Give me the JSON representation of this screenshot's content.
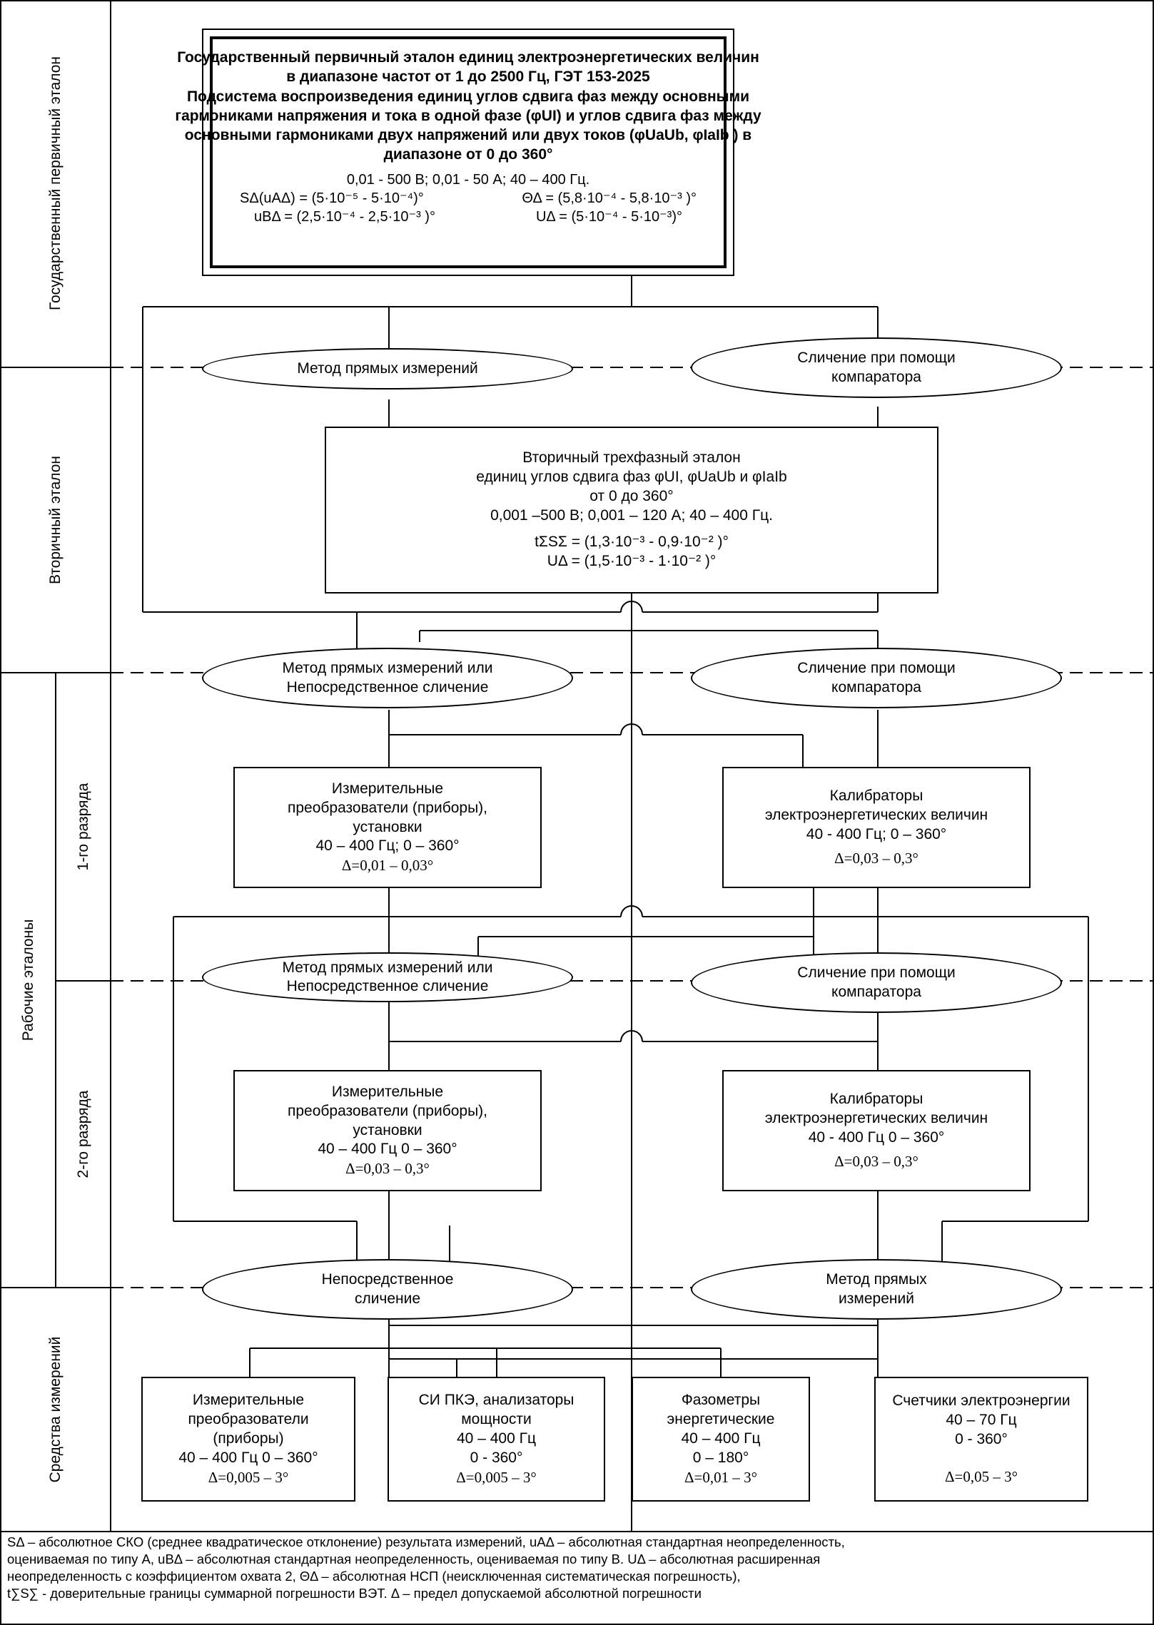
{
  "side_labels": {
    "primary": "Государственный первичный эталон",
    "secondary": "Вторичный эталон",
    "working": "Рабочие эталоны",
    "grade1": "1-го разряда",
    "grade2": "2-го разряда",
    "instruments": "Средства измерений"
  },
  "primary_standard": {
    "title_lines": [
      "Государственный первичный эталон единиц электроэнергетических величин",
      "в диапазоне частот от 1 до 2500 Гц, ГЭТ 153-2025",
      "Подсистема воспроизведения единиц углов сдвига фаз между основными",
      "гармониками напряжения и тока в одной фазе (φUI) и углов сдвига фаз между",
      "основными гармониками двух напряжений или двух токов  (φUaUb,  φIaIb ) в",
      "диапазоне от 0 до 360°"
    ],
    "ranges": "0,01 - 500 В; 0,01 - 50 А; 40 – 400 Гц.",
    "formula_1a": "SΔ(uAΔ) = (5·10⁻⁵ - 5·10⁻⁴)°",
    "formula_1b": "ΘΔ = (5,8·10⁻⁴ - 5,8·10⁻³ )°",
    "formula_2a": "uBΔ = (2,5·10⁻⁴ - 2,5·10⁻³ )°",
    "formula_2b": "UΔ = (5·10⁻⁴ - 5·10⁻³)°"
  },
  "ovals": {
    "direct_1": "Метод прямых измерений",
    "comparator_1": [
      "Сличение при помощи",
      "компаратора"
    ],
    "direct_2": [
      "Метод прямых измерений или",
      "Непосредственное сличение"
    ],
    "comparator_2": [
      "Сличение при помощи",
      "компаратора"
    ],
    "direct_3": [
      "Метод прямых измерений или",
      "Непосредственное сличение"
    ],
    "comparator_3": [
      "Сличение при помощи",
      "компаратора"
    ],
    "direct_compare_4": [
      "Непосредственное",
      "сличение"
    ],
    "direct_4": [
      "Метод прямых",
      "измерений"
    ]
  },
  "secondary_standard": {
    "lines": [
      "Вторичный трехфазный эталон",
      "единиц углов сдвига фаз φUI, φUaUb и φIaIb",
      "от 0 до 360°",
      "0,001 –500 В; 0,001 – 120 А; 40 – 400 Гц.",
      "tΣSΣ = (1,3·10⁻³ - 0,9·10⁻² )°",
      "UΔ = (1,5·10⁻³ - 1·10⁻² )°"
    ]
  },
  "grade1": {
    "left": [
      "Измерительные",
      "преобразователи (приборы),",
      "установки",
      "40 – 400 Гц; 0 – 360°",
      "Δ=0,01 – 0,03°"
    ],
    "right": [
      "Калибраторы",
      "электроэнергетических величин",
      "40 - 400 Гц; 0 – 360°",
      "Δ=0,03 – 0,3°"
    ]
  },
  "grade2": {
    "left": [
      "Измерительные",
      "преобразователи (приборы),",
      "установки",
      "40 – 400 Гц  0 – 360°",
      "Δ=0,03 – 0,3°"
    ],
    "right": [
      "Калибраторы",
      "электроэнергетических величин",
      "40 - 400 Гц  0 – 360°",
      "Δ=0,03 – 0,3°"
    ]
  },
  "instruments": [
    [
      "Измерительные",
      "преобразователи",
      "(приборы)",
      "40 – 400 Гц  0 – 360°",
      "Δ=0,005 – 3°"
    ],
    [
      "СИ ПКЭ,  анализаторы",
      "мощности",
      "40 – 400 Гц",
      "0 - 360°",
      "Δ=0,005 – 3°"
    ],
    [
      "Фазометры",
      "энергетические",
      "40 – 400 Гц",
      "0 – 180°",
      "Δ=0,01 – 3°"
    ],
    [
      "Счетчики электроэнергии",
      "40 – 70 Гц",
      "0 - 360°",
      "",
      "Δ=0,05 – 3°"
    ]
  ],
  "footnote": [
    "SΔ – абсолютное СКО (среднее квадратическое отклонение) результата измерений, uAΔ – абсолютная стандартная неопределенность,",
    "оцениваемая по типу А, uBΔ – абсолютная стандартная неопределенность, оцениваемая по типу В. UΔ – абсолютная расширенная",
    "неопределенность с коэффициентом охвата 2, ΘΔ – абсолютная НСП (неисключенная систематическая погрешность),",
    "t∑S∑ - доверительные границы суммарной погрешности ВЭТ. Δ – предел допускаемой абсолютной погрешности"
  ]
}
